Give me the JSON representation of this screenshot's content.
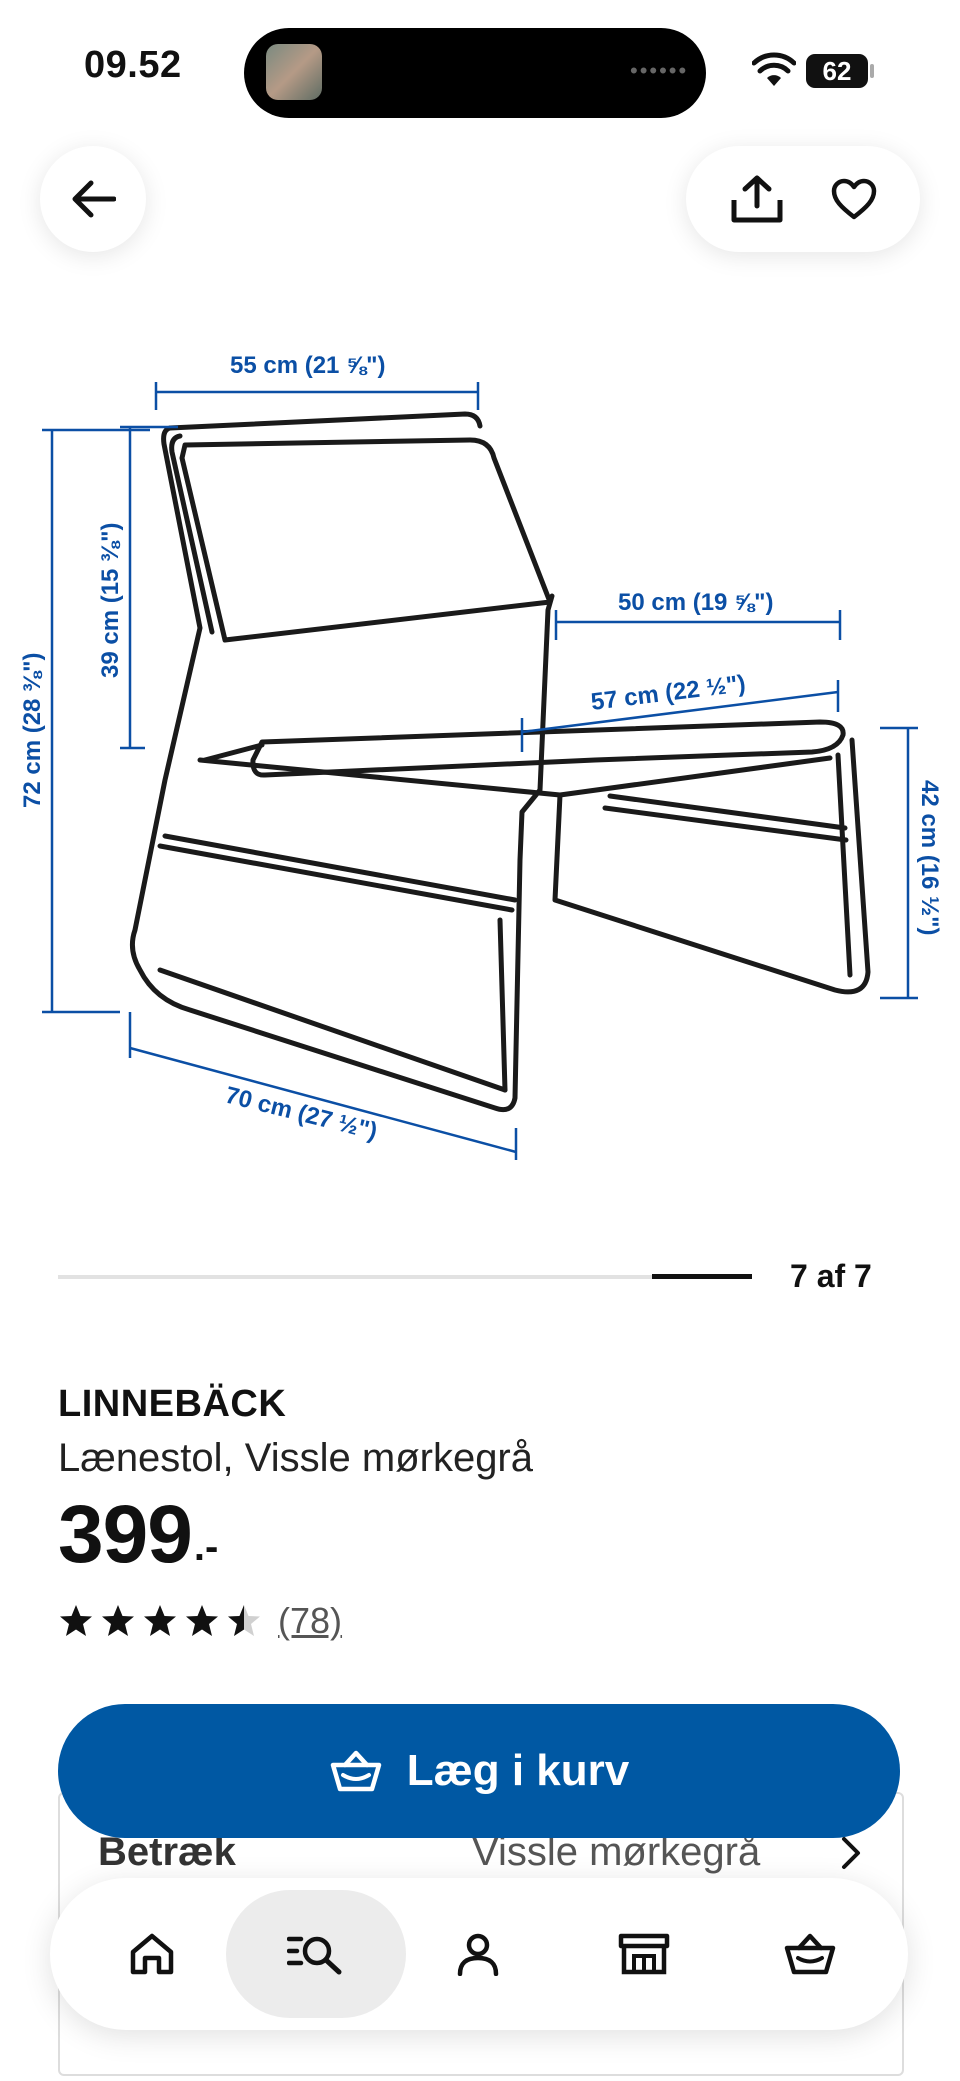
{
  "status_bar": {
    "time": "09.52",
    "battery": "62"
  },
  "carousel": {
    "counter": "7 af 7",
    "current": 7,
    "total": 7
  },
  "dimensions": {
    "width_top": "55 cm (21 ⅝\")",
    "back_height": "39 cm (15 ⅜\")",
    "total_height": "72 cm (28 ⅜\")",
    "seat_depth": "50 cm (19 ⅝\")",
    "seat_width": "57 cm (22 ½\")",
    "seat_height": "42 cm (16 ½\")",
    "depth": "70 cm (27 ½\")"
  },
  "product": {
    "name": "LINNEBÄCK",
    "description": "Lænestol, Vissle mørkegrå",
    "price_integer": "399",
    "price_suffix": ".-",
    "rating": 4.5,
    "review_count": "(78)"
  },
  "variant": {
    "label": "Betræk",
    "value": "Vissle mørkegrå"
  },
  "cart_button": {
    "label": "Læg i kurv",
    "color": "#0058a3"
  },
  "icons": {
    "back": "arrow-left-icon",
    "share": "share-icon",
    "favourite": "heart-icon",
    "cart": "basket-icon"
  },
  "bottom_nav": {
    "items": [
      "home-icon",
      "search-icon",
      "profile-icon",
      "store-icon",
      "basket-icon"
    ],
    "active": "search-icon"
  }
}
